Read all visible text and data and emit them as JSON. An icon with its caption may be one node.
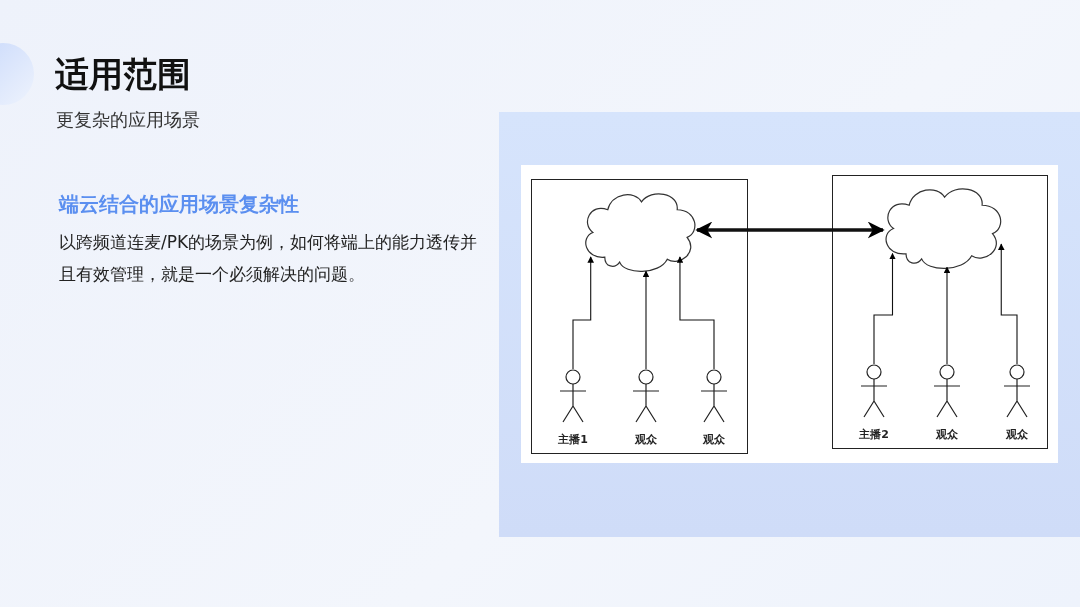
{
  "diagram": {
    "title": "适用范围",
    "nodes": [
      {
        "text": [],
        "shape": "box"
      },
      {
        "text": [],
        "shape": "cloud",
        "in": 0
      },
      {
        "text": [
          "主播1"
        ],
        "in": 0
      },
      {
        "text": [
          "观众"
        ],
        "in": 0
      },
      {
        "text": [
          "观众"
        ],
        "in": 0
      },
      {
        "text": [],
        "shape": "box"
      },
      {
        "text": [],
        "shape": "cloud",
        "in": 5
      },
      {
        "text": [
          "主播2"
        ],
        "in": 5
      },
      {
        "text": [
          "观众"
        ],
        "in": 5
      },
      {
        "text": [
          "观众"
        ],
        "in": 5
      }
    ],
    "edges": [
      {
        "from": 2,
        "to": 1,
        "arrow": "to"
      },
      {
        "from": 3,
        "to": 1,
        "arrow": "to"
      },
      {
        "from": 4,
        "to": 1,
        "arrow": "to"
      },
      {
        "from": 1,
        "to": 6,
        "arrow": "both",
        "style": "thick"
      },
      {
        "from": 7,
        "to": 6,
        "arrow": "to"
      },
      {
        "from": 8,
        "to": 6,
        "arrow": "to"
      },
      {
        "from": 9,
        "to": 6,
        "arrow": "to"
      }
    ],
    "labels": [
      "更复杂的应用场景",
      "端云结合的应用场景复杂性",
      "以跨频道连麦/PK的场景为例，如何将端上的能力透传并且有效管理，就是一个必须解决的问题。"
    ]
  }
}
